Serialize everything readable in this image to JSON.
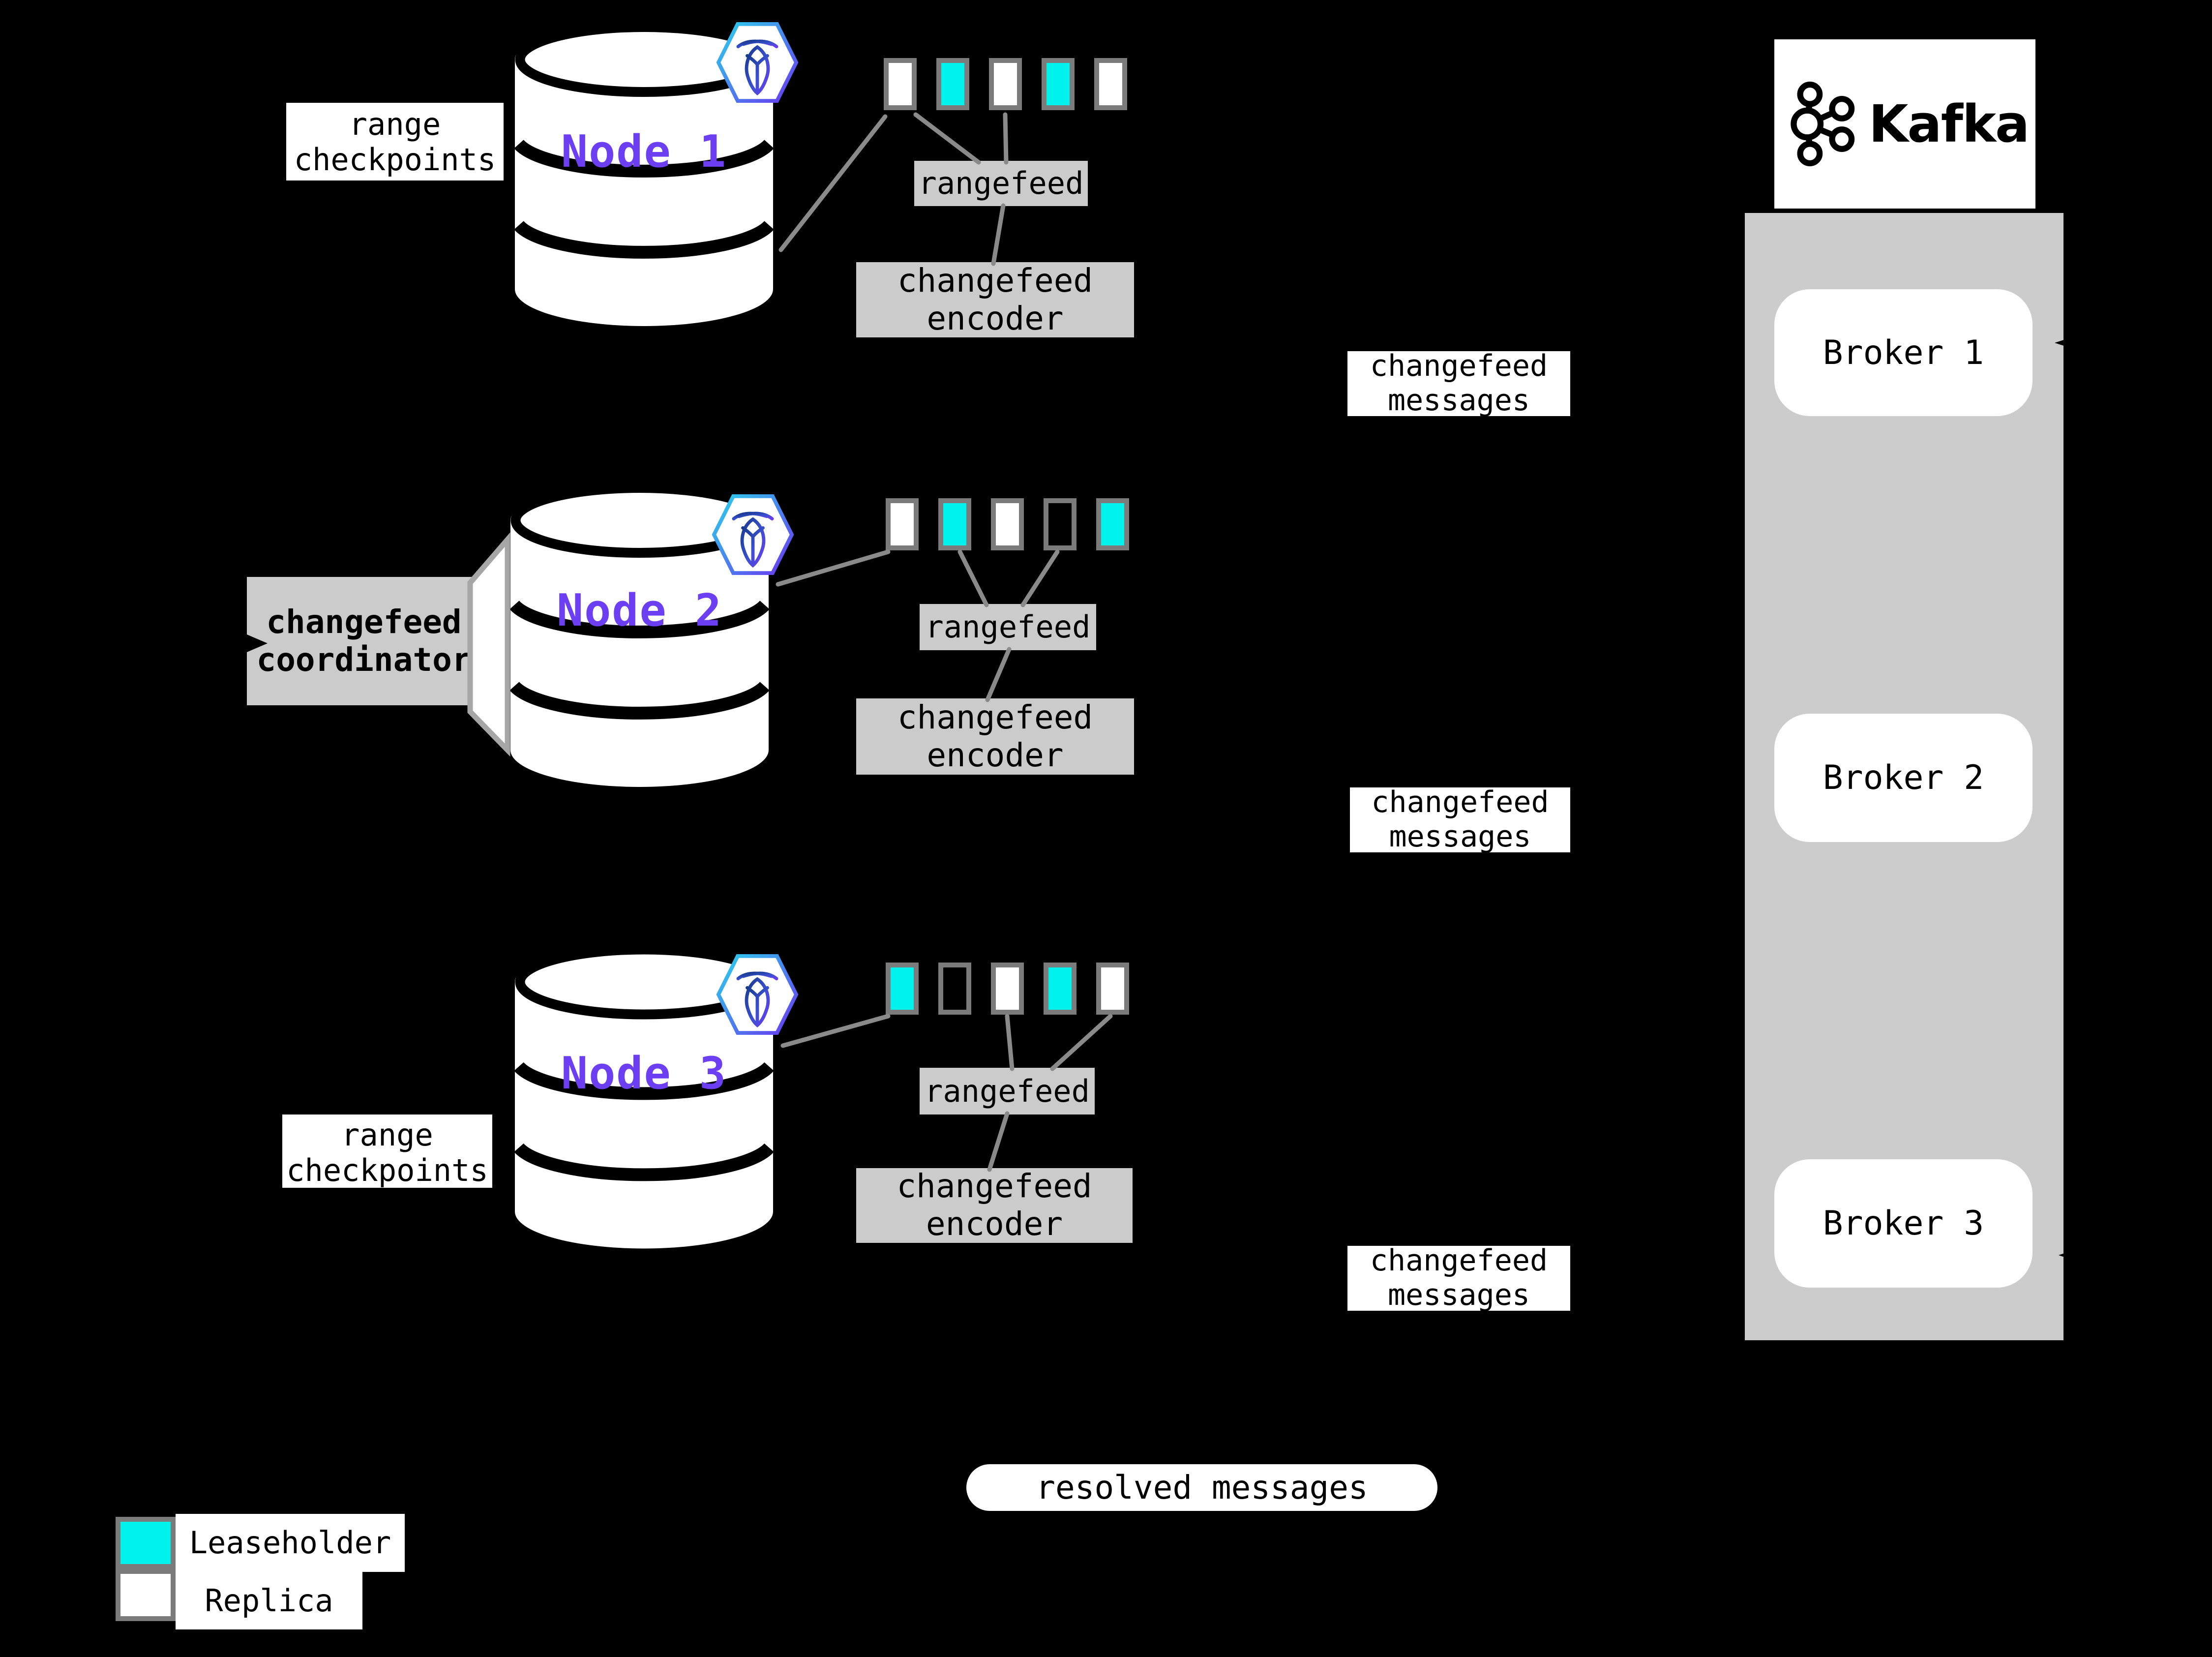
{
  "diagram": {
    "colors": {
      "background": "#000000",
      "leaseholder": "#00f2ec",
      "replica": "#ffffff",
      "box_gray": "#cbcbcb",
      "cluster_gray": "#cccccc",
      "node_label": "#6d3ff2",
      "border_gray": "#7b7b7b",
      "line_gray": "#8a8a8a"
    },
    "labels": {
      "range_checkpoints": "range checkpoints",
      "changefeed_coordinator": "changefeed coordinator",
      "rangefeed": "rangefeed",
      "changefeed_encoder": "changefeed encoder",
      "changefeed_messages": "changefeed messages",
      "resolved_messages": "resolved messages"
    },
    "nodes": [
      {
        "label": "Node 1",
        "ranges": [
          "replica",
          "leaseholder",
          "replica",
          "leaseholder",
          "replica"
        ]
      },
      {
        "label": "Node 2",
        "ranges": [
          "replica",
          "leaseholder",
          "replica",
          "empty",
          "leaseholder"
        ]
      },
      {
        "label": "Node 3",
        "ranges": [
          "leaseholder",
          "empty",
          "replica",
          "leaseholder",
          "replica"
        ]
      }
    ],
    "kafka": {
      "title": "Kafka",
      "brokers": [
        "Broker 1",
        "Broker 2",
        "Broker 3"
      ]
    },
    "legend": {
      "leaseholder_label": "Leaseholder",
      "replica_label": "Replica"
    }
  }
}
